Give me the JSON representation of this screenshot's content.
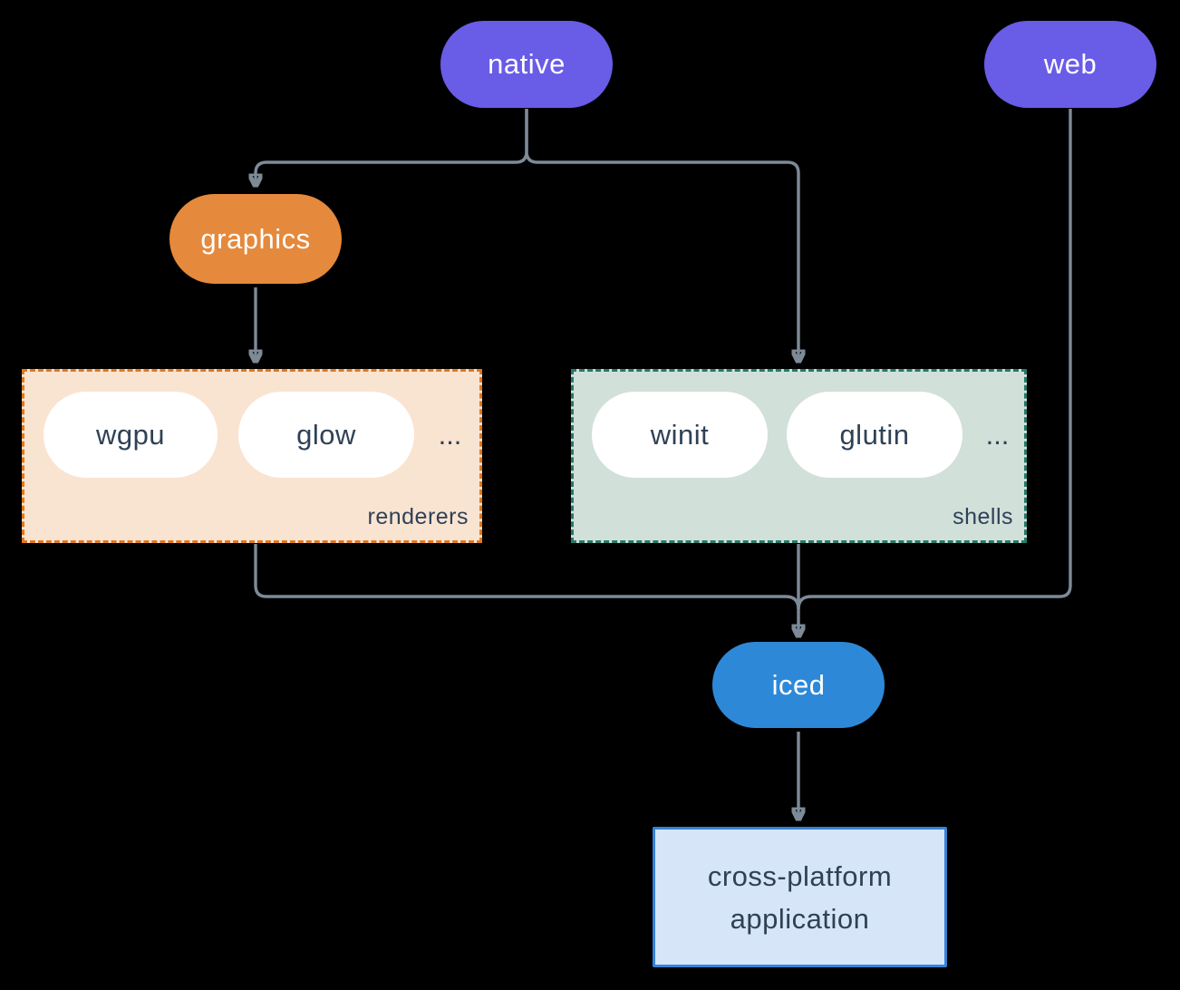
{
  "diagram": {
    "nodes": {
      "native": "native",
      "web": "web",
      "graphics": "graphics",
      "wgpu": "wgpu",
      "glow": "glow",
      "winit": "winit",
      "glutin": "glutin",
      "iced": "iced",
      "app": "cross-platform application"
    },
    "groups": {
      "renderers": {
        "label": "renderers",
        "ellipsis": "..."
      },
      "shells": {
        "label": "shells",
        "ellipsis": "..."
      }
    },
    "colors": {
      "background": "#000000",
      "purple_pill": "#695ce7",
      "orange_pill": "#e5893c",
      "blue_pill": "#2d89d8",
      "white_pill": "#ffffff",
      "renderers_bg": "#f9e4d2",
      "renderers_border": "#df7920",
      "shells_bg": "#d1e0d9",
      "shells_border": "#26796a",
      "app_bg": "#d6e5f8",
      "app_border": "#3583d8",
      "edge_line": "#7d8a97",
      "dark_text": "#2f4156",
      "light_text": "#ffffff"
    }
  }
}
